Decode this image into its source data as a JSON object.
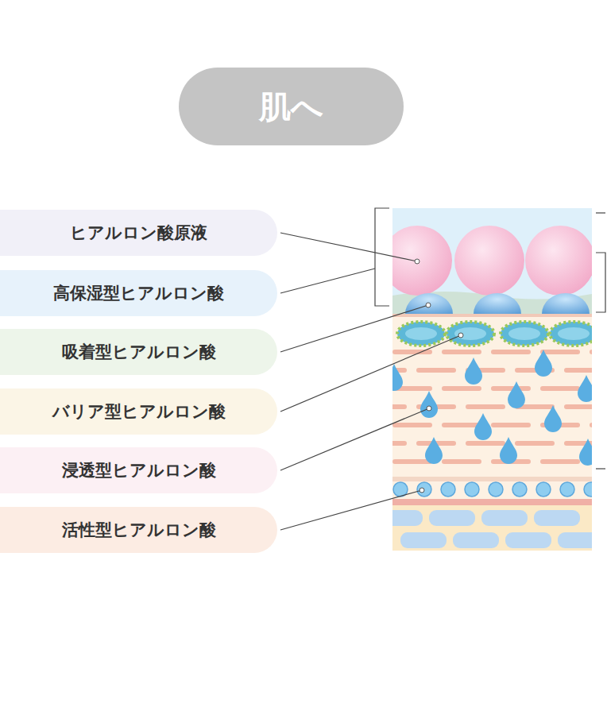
{
  "diagram": {
    "nodes": [
      {
        "text": [
          "肌へ"
        ]
      },
      {
        "text": [
          "ヒアルロン酸原液"
        ]
      },
      {
        "text": [
          "高保湿型ヒアルロン酸"
        ]
      },
      {
        "text": [
          "吸着型ヒアルロン酸"
        ]
      },
      {
        "text": [
          "バリア型ヒアルロン酸"
        ]
      },
      {
        "text": [
          "浸透型ヒアルロン酸"
        ]
      },
      {
        "text": [
          "活性型ヒアルロン酸"
        ]
      }
    ]
  }
}
